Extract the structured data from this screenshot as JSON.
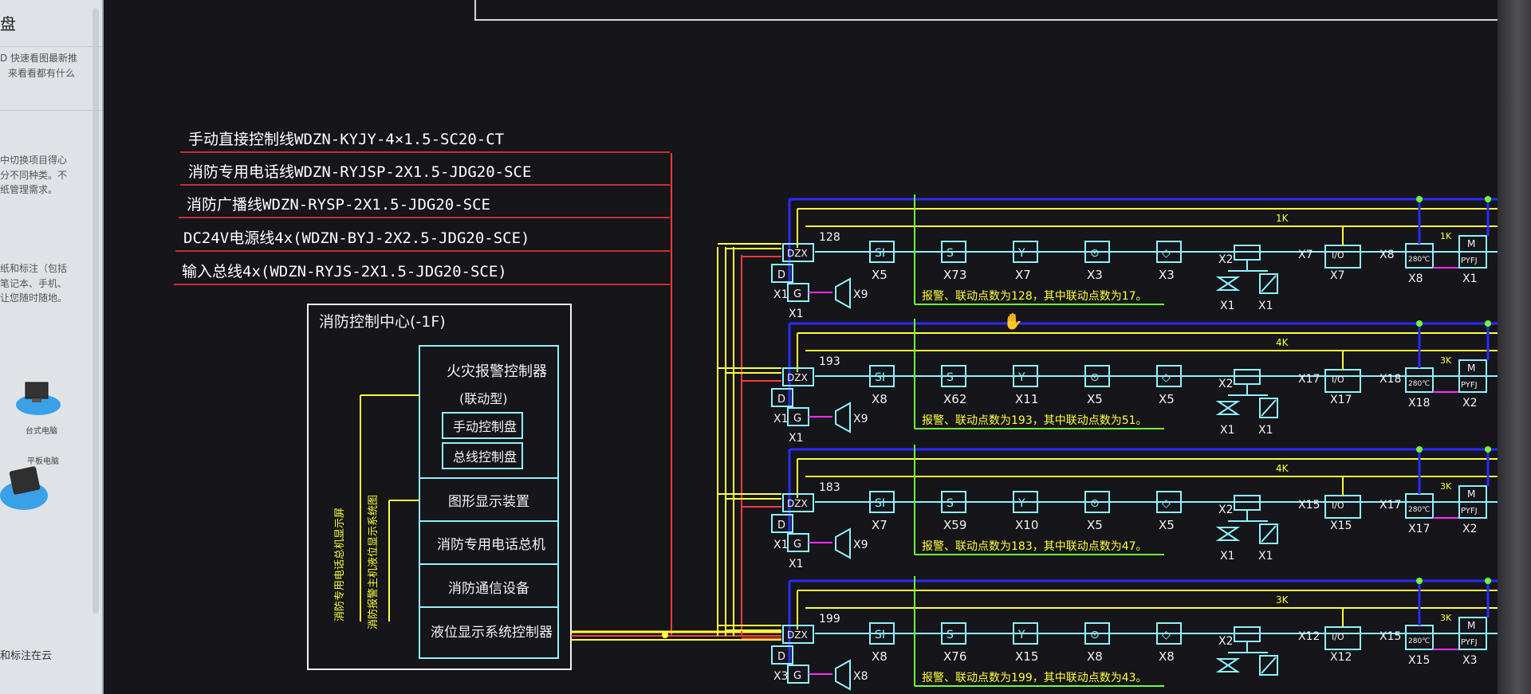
{
  "left_panel": {
    "title": "盘",
    "intro_lines": [
      "D 快速看图最新推",
      "来看看都有什么"
    ],
    "feature_lines": [
      "中切换项目得心",
      "分不同种类。不",
      "纸管理需求。"
    ],
    "sync_lines": [
      "纸和标注（包括",
      "笔记本、手机、",
      "让您随时随地。"
    ],
    "desktop_label": "台式电脑",
    "tablet_label": "平板电脑",
    "footer_text": "和标注在云"
  },
  "legend": {
    "lines": [
      "手动直接控制线WDZN-KYJY-4×1.5-SC20-CT",
      "消防专用电话线WDZN-RYJSP-2X1.5-JDG20-SCE",
      "消防广播线WDZN-RYSP-2X1.5-JDG20-SCE",
      "DC24V电源线4x(WDZN-BYJ-2X2.5-JDG20-SCE)",
      "输入总线4x(WDZN-RYJS-2X1.5-JDG20-SCE)"
    ],
    "line_colors": [
      "#ff3c3c",
      "#ff3c3c",
      "#ff3c3c",
      "#ff3c3c",
      "#ff3c3c"
    ]
  },
  "control_center": {
    "title": "消防控制中心(-1F)",
    "controller_title": "火灾报警控制器",
    "controller_subtitle": "(联动型)",
    "manual_panel": "手动控制盘",
    "bus_panel": "总线控制盘",
    "graphic_display": "图形显示装置",
    "phone_host": "消防专用电话总机",
    "comm_device": "消防通信设备",
    "level_display": "液位显示系统控制器",
    "vertical_note_1": "消防专用电话总机显示屏",
    "vertical_note_2": "消防报警主机液位显示系统图"
  },
  "colors": {
    "blue": "#2a2aff",
    "yellow": "#ffff3c",
    "red": "#ff3c3c",
    "cyan": "#8ff3ff",
    "green": "#6dff3c",
    "magenta": "#ff2bff",
    "white": "#f2f2f2"
  },
  "rows": [
    {
      "count": "128",
      "module_label": "DZX",
      "d_label": "D",
      "d_sub": "X1",
      "g_label": "G",
      "g_sub": "X1",
      "speaker_sub": "X9",
      "note": "报警、联动点数为128，其中联动点数为17。",
      "k_label_1": "1K",
      "k_label_2": "1K",
      "devices": [
        {
          "icon": "SI",
          "sub": "X5"
        },
        {
          "icon": "S",
          "sub": "X73"
        },
        {
          "icon": "Y",
          "sub": "X7"
        },
        {
          "icon": "⊙",
          "sub": "X3"
        },
        {
          "icon": "◇",
          "sub": "X3"
        }
      ],
      "valve_labels": [
        "X2",
        "X1",
        "X1"
      ],
      "io_pre": "X7",
      "io_sub": "X7",
      "fire_pre": "X8",
      "fire_icon": "280℃",
      "fire_sub": "X8",
      "end_icon": "PYFJ",
      "end_sub": "X1",
      "m_label": "M",
      "io_label": "I/O"
    },
    {
      "count": "193",
      "module_label": "DZX",
      "d_label": "D",
      "d_sub": "X1",
      "g_label": "G",
      "g_sub": "X1",
      "speaker_sub": "X9",
      "note": "报警、联动点数为193，其中联动点数为51。",
      "k_label_1": "4K",
      "k_label_2": "3K",
      "devices": [
        {
          "icon": "SI",
          "sub": "X8"
        },
        {
          "icon": "S",
          "sub": "X62"
        },
        {
          "icon": "Y",
          "sub": "X11"
        },
        {
          "icon": "⊙",
          "sub": "X5"
        },
        {
          "icon": "◇",
          "sub": "X5"
        }
      ],
      "valve_labels": [
        "X2",
        "X1",
        "X1"
      ],
      "io_pre": "X17",
      "io_sub": "X17",
      "fire_pre": "X18",
      "fire_icon": "280℃",
      "fire_sub": "X18",
      "end_icon": "PYFJ",
      "end_sub": "X2",
      "m_label": "M",
      "io_label": "I/O"
    },
    {
      "count": "183",
      "module_label": "DZX",
      "d_label": "D",
      "d_sub": "X1",
      "g_label": "G",
      "g_sub": "X1",
      "speaker_sub": "X9",
      "note": "报警、联动点数为183，其中联动点数为47。",
      "k_label_1": "4K",
      "k_label_2": "3K",
      "devices": [
        {
          "icon": "SI",
          "sub": "X7"
        },
        {
          "icon": "S",
          "sub": "X59"
        },
        {
          "icon": "Y",
          "sub": "X10"
        },
        {
          "icon": "⊙",
          "sub": "X5"
        },
        {
          "icon": "◇",
          "sub": "X5"
        }
      ],
      "valve_labels": [
        "X2",
        "X1",
        "X1"
      ],
      "io_pre": "X15",
      "io_sub": "X15",
      "fire_pre": "X17",
      "fire_icon": "280℃",
      "fire_sub": "X17",
      "end_icon": "PYFJ",
      "end_sub": "X2",
      "m_label": "M",
      "io_label": "I/O"
    },
    {
      "count": "199",
      "module_label": "DZX",
      "d_label": "D",
      "d_sub": "X3",
      "g_label": "G",
      "g_sub": "",
      "speaker_sub": "X8",
      "note": "报警、联动点数为199，其中联动点数为43。",
      "k_label_1": "3K",
      "k_label_2": "3K",
      "devices": [
        {
          "icon": "SI",
          "sub": "X8"
        },
        {
          "icon": "S",
          "sub": "X76"
        },
        {
          "icon": "Y",
          "sub": "X15"
        },
        {
          "icon": "⊙",
          "sub": "X8"
        },
        {
          "icon": "◇",
          "sub": "X8"
        }
      ],
      "valve_labels": [
        "X2",
        "",
        ""
      ],
      "io_pre": "X12",
      "io_sub": "X12",
      "fire_pre": "X15",
      "fire_icon": "280℃",
      "fire_sub": "X15",
      "end_icon": "PYFJ",
      "end_sub": "X3",
      "m_label": "M",
      "io_label": "I/O"
    }
  ]
}
